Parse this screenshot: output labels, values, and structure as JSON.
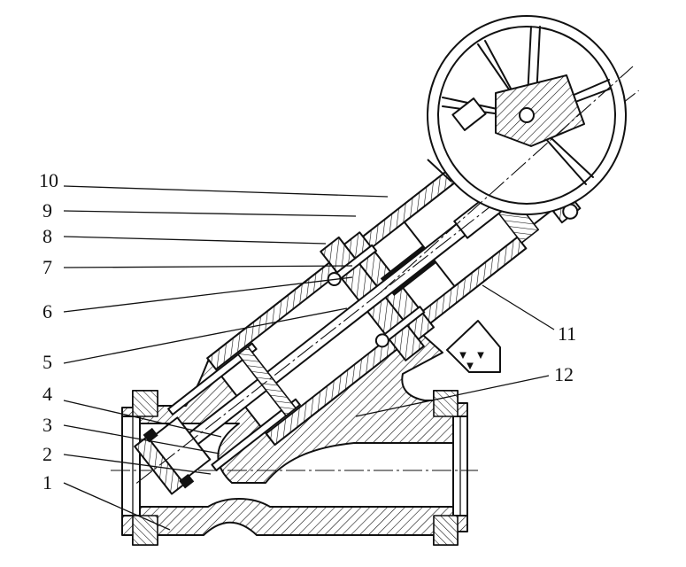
{
  "diagram": {
    "callouts": [
      {
        "number": "1"
      },
      {
        "number": "2"
      },
      {
        "number": "3"
      },
      {
        "number": "4"
      },
      {
        "number": "5"
      },
      {
        "number": "6"
      },
      {
        "number": "7"
      },
      {
        "number": "8"
      },
      {
        "number": "9"
      },
      {
        "number": "10"
      },
      {
        "number": "11"
      },
      {
        "number": "12"
      }
    ]
  }
}
